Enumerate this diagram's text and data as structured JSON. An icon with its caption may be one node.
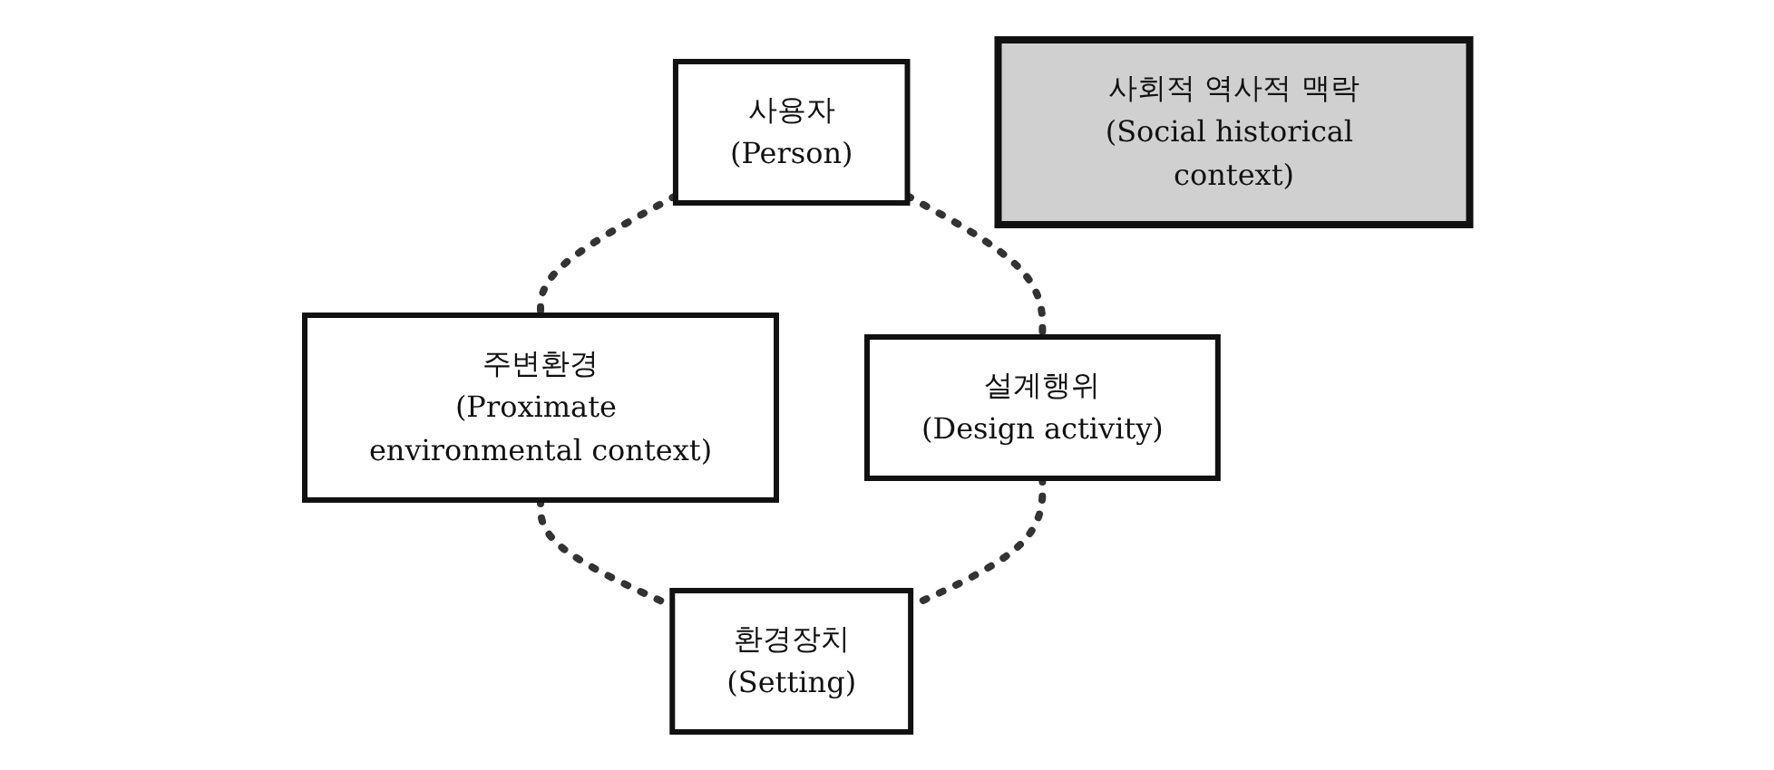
{
  "diagram": {
    "nodes": [
      {
        "text": [
          "사용자",
          "(Person)"
        ]
      },
      {
        "text": [
          "주변환경",
          "(Proximate environmental context)"
        ]
      },
      {
        "text": [
          "사회적 역사적 맥락",
          "(Social historical context)"
        ]
      },
      {
        "text": [
          "설계행위",
          "(Design activity)"
        ]
      },
      {
        "text": [
          "환경장치",
          "(Setting)"
        ]
      }
    ],
    "edges": [
      {
        "from": 0,
        "to": 1,
        "arrow": "none",
        "style": "dashed"
      },
      {
        "from": 0,
        "to": 3,
        "arrow": "none",
        "style": "dashed"
      },
      {
        "from": 1,
        "to": 4,
        "arrow": "none",
        "style": "dashed"
      },
      {
        "from": 3,
        "to": 4,
        "arrow": "none",
        "style": "dashed"
      }
    ]
  }
}
